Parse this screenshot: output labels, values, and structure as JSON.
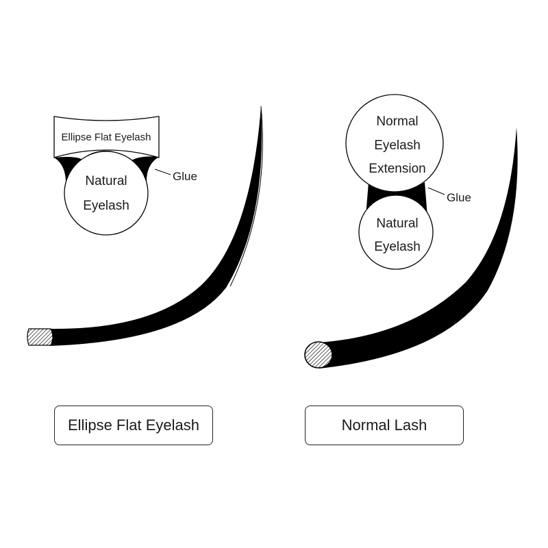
{
  "left": {
    "top_label": "Ellipse Flat Eyelash",
    "natural_line1": "Natural",
    "natural_line2": "Eyelash",
    "glue_label": "Glue",
    "caption": "Ellipse Flat Eyelash"
  },
  "right": {
    "ext_line1": "Normal",
    "ext_line2": "Eyelash",
    "ext_line3": "Extension",
    "natural_line1": "Natural",
    "natural_line2": "Eyelash",
    "glue_label": "Glue",
    "caption": "Normal Lash"
  },
  "colors": {
    "ink": "#000000",
    "line": "#222222",
    "background": "#ffffff"
  }
}
